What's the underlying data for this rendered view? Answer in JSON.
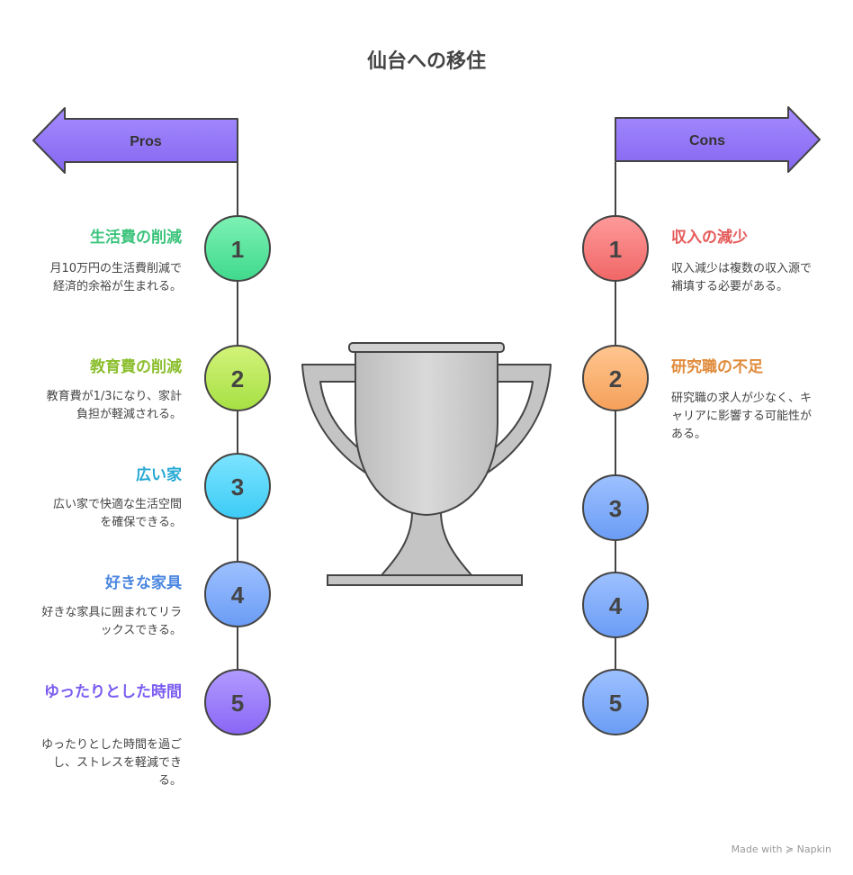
{
  "title": "仙台への移住",
  "pros_label": "Pros",
  "cons_label": "Cons",
  "pros": [
    {
      "num": "1",
      "title": "生活費の削減",
      "desc": "月10万円の生活費削減で経済的余裕が生まれる。",
      "color": "#3cc47c"
    },
    {
      "num": "2",
      "title": "教育費の削減",
      "desc": "教育費が1/3になり、家計負担が軽減される。",
      "color": "#8bbf2e"
    },
    {
      "num": "3",
      "title": "広い家",
      "desc": "広い家で快適な生活空間を確保できる。",
      "color": "#25a9d4"
    },
    {
      "num": "4",
      "title": "好きな家具",
      "desc": "好きな家具に囲まれてリラックスできる。",
      "color": "#4a86e0"
    },
    {
      "num": "5",
      "title": "ゆったりとした時間",
      "desc": "ゆったりとした時間を過ごし、ストレスを軽減できる。",
      "color": "#7b5cf0"
    }
  ],
  "cons": [
    {
      "num": "1",
      "title": "収入の減少",
      "desc": "収入減少は複数の収入源で補填する必要がある。",
      "color": "#e55a5a"
    },
    {
      "num": "2",
      "title": "研究職の不足",
      "desc": "研究職の求人が少なく、キャリアに影響する可能性がある。",
      "color": "#e08a3a"
    },
    {
      "num": "3"
    },
    {
      "num": "4"
    },
    {
      "num": "5"
    }
  ],
  "footer": "Made with ≽ Napkin"
}
